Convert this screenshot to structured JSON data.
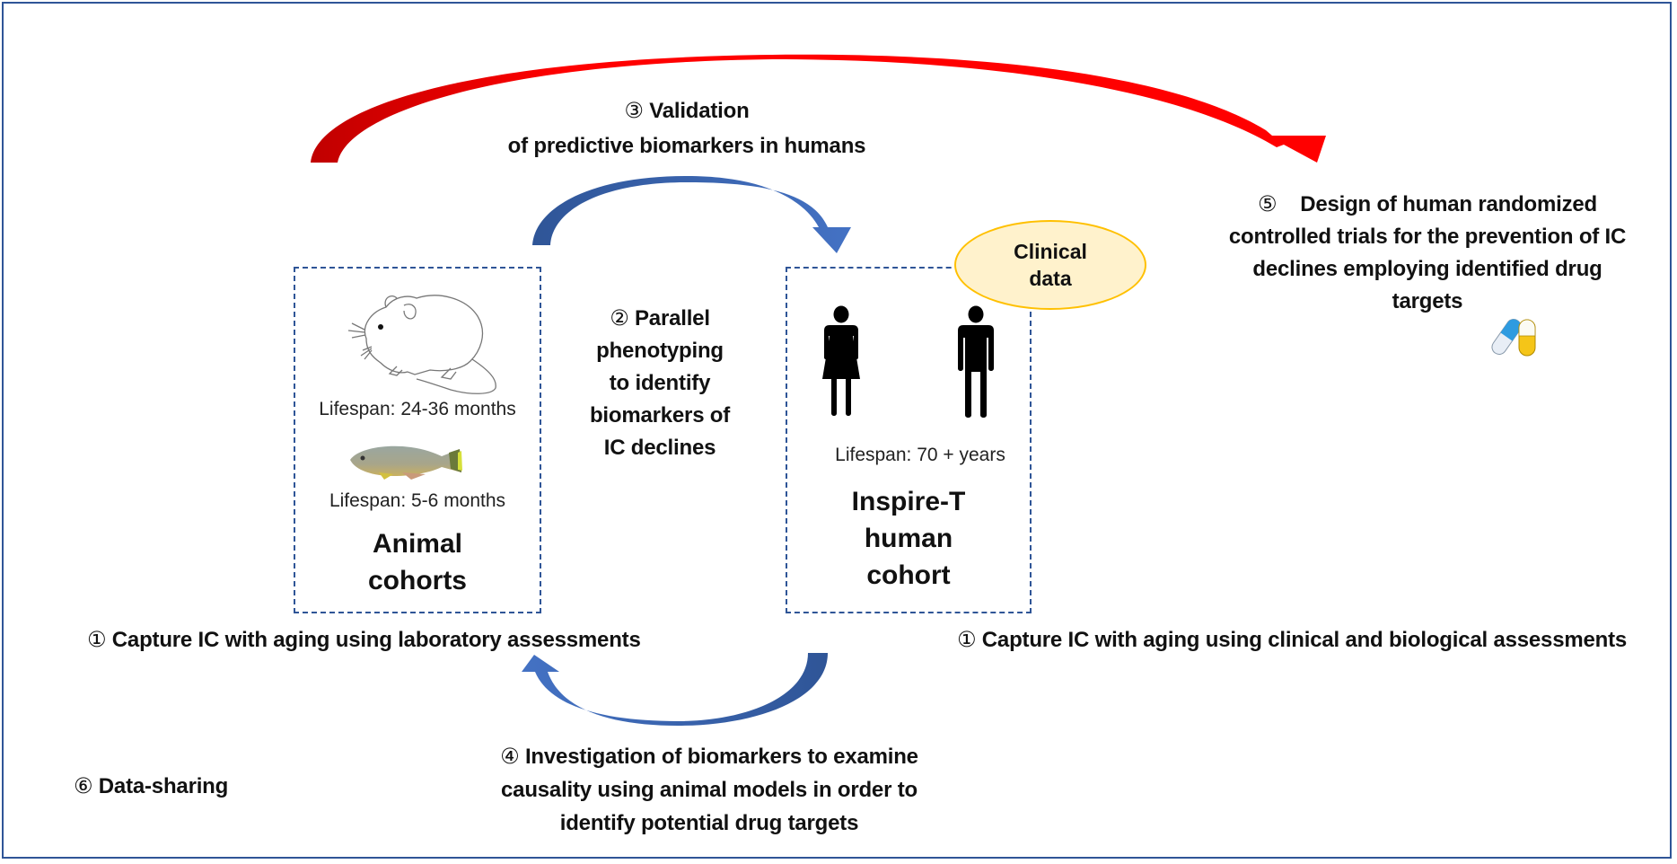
{
  "diagram": {
    "colors": {
      "frame": "#2F5597",
      "red_arrow": "#FF0000",
      "blue_arrow": "#4472C4",
      "dashed_box": "#2F5597",
      "clinical_fill": "#FFF2CC",
      "clinical_border": "#FFC000"
    },
    "step3": {
      "marker": "③",
      "line1": "Validation",
      "line2": "of predictive biomarkers in humans"
    },
    "step5": {
      "marker": "⑤",
      "line1": "Design of human randomized",
      "line2": "controlled trials for the prevention of IC",
      "line3": "declines employing identified drug",
      "line4": "targets",
      "icon": "pills-icon"
    },
    "step2": {
      "marker": "②",
      "line1": "Parallel",
      "line2": "phenotyping",
      "line3": "to identify",
      "line4": "biomarkers of",
      "line5": "IC declines"
    },
    "animal_box": {
      "mouse_icon": "mouse-icon",
      "mouse_lifespan": "Lifespan: 24-36 months",
      "fish_icon": "killifish-icon",
      "fish_lifespan": "Lifespan: 5-6 months",
      "title_line1": "Animal",
      "title_line2": "cohorts"
    },
    "human_box": {
      "female_icon": "female-person-icon",
      "male_icon": "male-person-icon",
      "lifespan": "Lifespan: 70 + years",
      "title_line1": "Inspire-T",
      "title_line2": "human",
      "title_line3": "cohort"
    },
    "clinical_data": {
      "line1": "Clinical",
      "line2": "data"
    },
    "step1_animal": {
      "marker": "①",
      "text": "Capture IC with aging using laboratory assessments"
    },
    "step1_human": {
      "marker": "①",
      "text": "Capture IC with aging using clinical and biological assessments"
    },
    "step4": {
      "marker": "④",
      "line1": "Investigation of biomarkers to examine",
      "line2": "causality using animal models in order to",
      "line3": "identify potential drug targets"
    },
    "step6": {
      "marker": "⑥",
      "text": "Data-sharing"
    }
  }
}
